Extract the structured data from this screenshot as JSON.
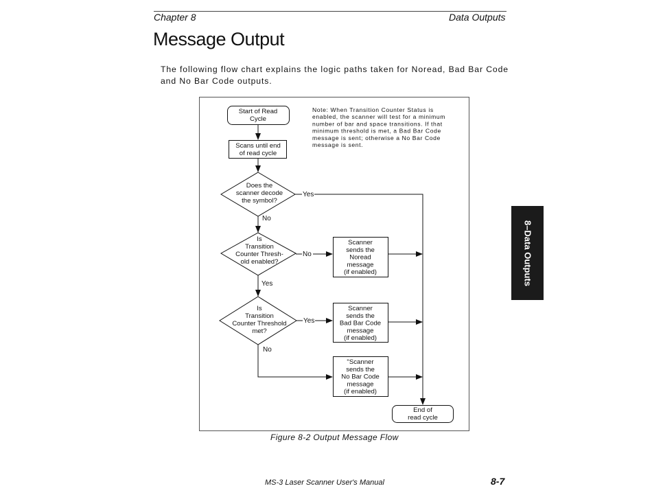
{
  "header": {
    "chapter": "Chapter 8",
    "section": "Data Outputs"
  },
  "page_title": "Message Output",
  "intro": "The following flow chart explains the logic paths taken for Noread, Bad Bar Code and No Bar Code outputs.",
  "side_tab": "8–Data Outputs",
  "flowchart": {
    "start": [
      "Start of Read",
      "Cycle"
    ],
    "scans": [
      "Scans until end",
      "of read cycle"
    ],
    "note": [
      "Note: When Transition Counter Status is",
      "enabled, the scanner will test for a minimum",
      "number of bar and space transitions. If that",
      "minimum threshold is met, a Bad Bar Code",
      "message is sent; otherwise a No Bar Code",
      "message is sent."
    ],
    "decision1": [
      "Does the",
      "scanner decode",
      "the symbol?"
    ],
    "decision2": [
      "Is",
      "Transition",
      "Counter Thresh-",
      "old enabled?"
    ],
    "decision3": [
      "Is",
      "Transition",
      "Counter Threshold",
      "met?"
    ],
    "box_noread": [
      "Scanner",
      "sends the",
      "Noread",
      "message",
      "(if enabled)"
    ],
    "box_badbar": [
      "Scanner",
      "sends the",
      "Bad Bar Code",
      "message",
      "(if enabled)"
    ],
    "box_nobar": [
      "\"Scanner",
      "sends the",
      "No Bar Code",
      "message",
      "(if enabled)"
    ],
    "end": [
      "End of",
      "read cycle"
    ],
    "labels": {
      "d1_yes": "Yes",
      "d1_no": "No",
      "d2_no": "No",
      "d2_yes": "Yes",
      "d3_yes": "Yes",
      "d3_no": "No"
    }
  },
  "caption": "Figure 8-2 Output Message Flow",
  "footer": {
    "manual": "MS-3 Laser Scanner User's Manual",
    "page": "8-7"
  }
}
